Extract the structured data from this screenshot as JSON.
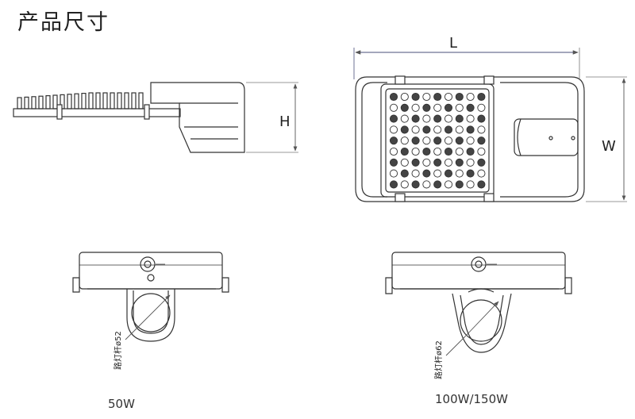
{
  "title": "产品尺寸",
  "dimensions": {
    "length": "L",
    "height": "H",
    "width": "W"
  },
  "pole_small": "路灯杆ø52",
  "pole_large": "路灯杆ø62",
  "captions": {
    "small": "50W",
    "large": "100W/150W"
  },
  "colors": {
    "line": "#333333",
    "dim": "#555555",
    "accent": "#4a4f7a"
  }
}
